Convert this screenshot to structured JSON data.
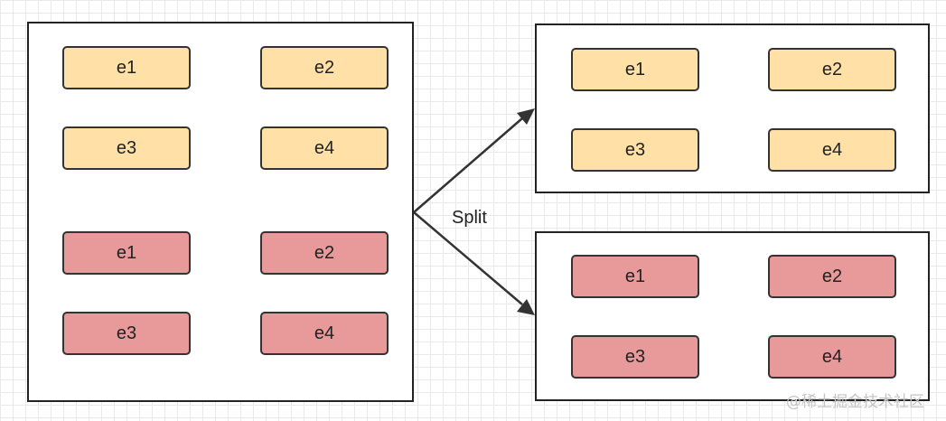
{
  "left_group": {
    "yellow_blocks": [
      "e1",
      "e2",
      "e3",
      "e4"
    ],
    "red_blocks": [
      "e1",
      "e2",
      "e3",
      "e4"
    ]
  },
  "right_top_group": {
    "blocks": [
      "e1",
      "e2",
      "e3",
      "e4"
    ]
  },
  "right_bottom_group": {
    "blocks": [
      "e1",
      "e2",
      "e3",
      "e4"
    ]
  },
  "arrow_label": "Split",
  "watermark": "@稀土掘金技术社区",
  "colors": {
    "yellow_fill": "#ffe0a6",
    "red_fill": "#e89999",
    "border": "#333333"
  }
}
